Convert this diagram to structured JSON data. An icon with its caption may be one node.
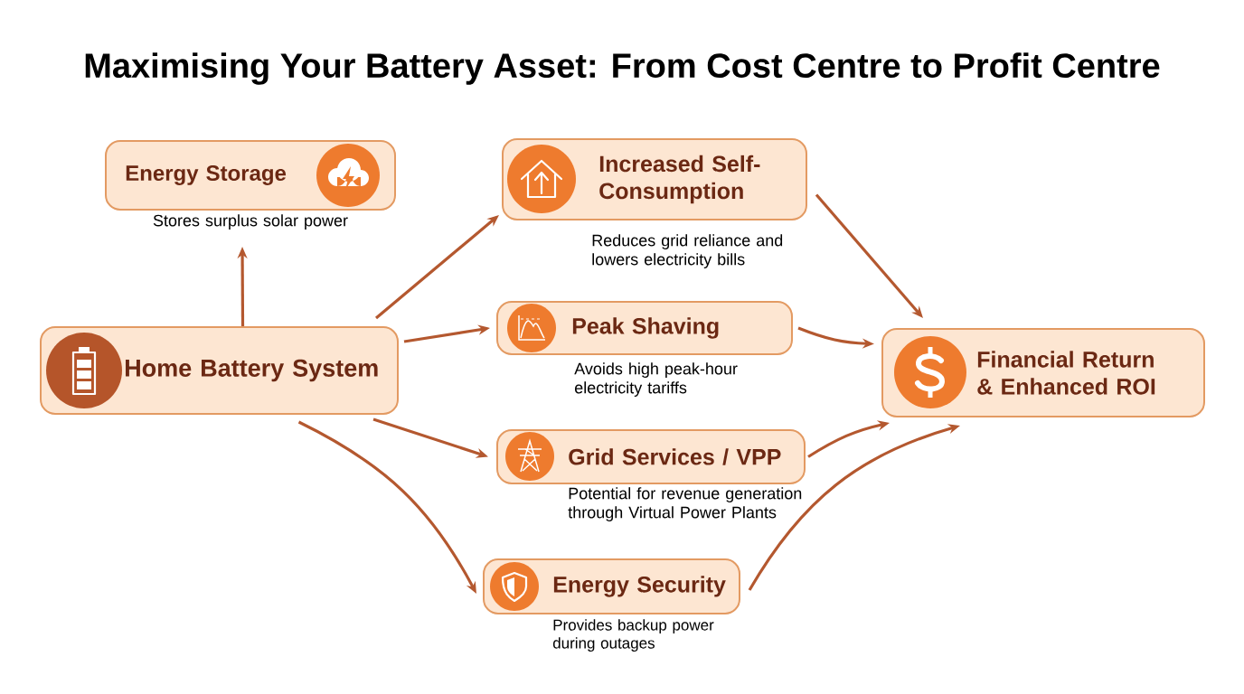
{
  "diagram": {
    "title": "Maximising Your Battery Asset: From Cost Centre to Profit Centre",
    "nodes": [
      {
        "text": [
          "Home Battery System"
        ]
      },
      {
        "text": [
          "Energy Storage"
        ],
        "beside": [
          "Stores surplus solar power"
        ]
      },
      {
        "text": [
          "Increased Self-Consumption"
        ],
        "beside": [
          "Reduces grid reliance and lowers electricity bills"
        ]
      },
      {
        "text": [
          "Peak Shaving"
        ],
        "beside": [
          "Avoids high peak-hour electricity tariffs"
        ]
      },
      {
        "text": [
          "Grid Services / VPP"
        ],
        "beside": [
          "Potential for revenue generation through Virtual Power Plants"
        ]
      },
      {
        "text": [
          "Energy Security"
        ],
        "beside": [
          "Provides backup power during outages"
        ]
      },
      {
        "text": [
          "Financial Return & Enhanced ROI"
        ]
      }
    ],
    "edges": [
      {
        "from": 0,
        "to": 1,
        "arrow": "to"
      },
      {
        "from": 0,
        "to": 2,
        "arrow": "to"
      },
      {
        "from": 0,
        "to": 3,
        "arrow": "to"
      },
      {
        "from": 0,
        "to": 4,
        "arrow": "to"
      },
      {
        "from": 0,
        "to": 5,
        "arrow": "to"
      },
      {
        "from": 2,
        "to": 6,
        "arrow": "to"
      },
      {
        "from": 3,
        "to": 6,
        "arrow": "to"
      },
      {
        "from": 4,
        "to": 6,
        "arrow": "to"
      },
      {
        "from": 5,
        "to": 6,
        "arrow": "to"
      }
    ]
  }
}
